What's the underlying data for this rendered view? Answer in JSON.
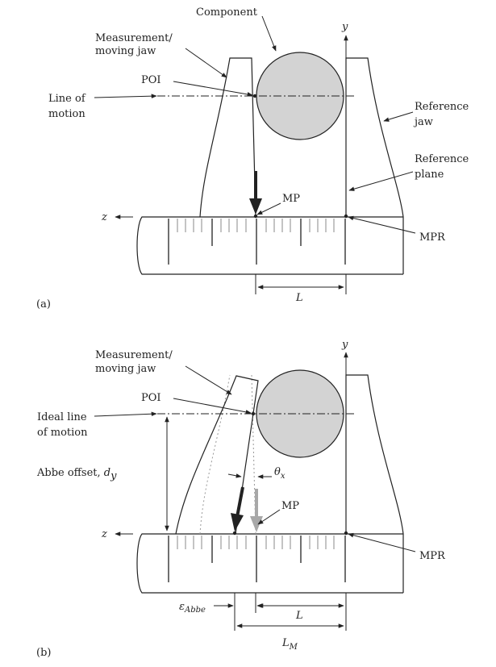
{
  "panel_a": {
    "label": "(a)",
    "component": "Component",
    "moving_jaw": [
      "Measurement/",
      "moving jaw"
    ],
    "poi": "POI",
    "line_of_motion": [
      "Line of",
      "motion"
    ],
    "reference_jaw": [
      "Reference",
      "jaw"
    ],
    "reference_plane": [
      "Reference",
      "plane"
    ],
    "mp": "MP",
    "mpr": "MPR",
    "axis_y": "y",
    "axis_z": "z",
    "length": "L"
  },
  "panel_b": {
    "label": "(b)",
    "moving_jaw": [
      "Measurement/",
      "moving jaw"
    ],
    "poi": "POI",
    "ideal_line": [
      "Ideal line",
      "of motion"
    ],
    "abbe_offset": "Abbe offset, ",
    "abbe_sym": "d",
    "abbe_sub": "y",
    "theta": "θ",
    "theta_sub": "x",
    "mp": "MP",
    "mpr": "MPR",
    "axis_y": "y",
    "axis_z": "z",
    "eps": "ε",
    "eps_sub": "Abbe",
    "length": "L",
    "length_m": "L",
    "length_m_sub": "M"
  },
  "colors": {
    "ink": "#222222",
    "component_fill": "#d3d3d3",
    "tilted_arrow_grey": "#a8a8a8"
  }
}
